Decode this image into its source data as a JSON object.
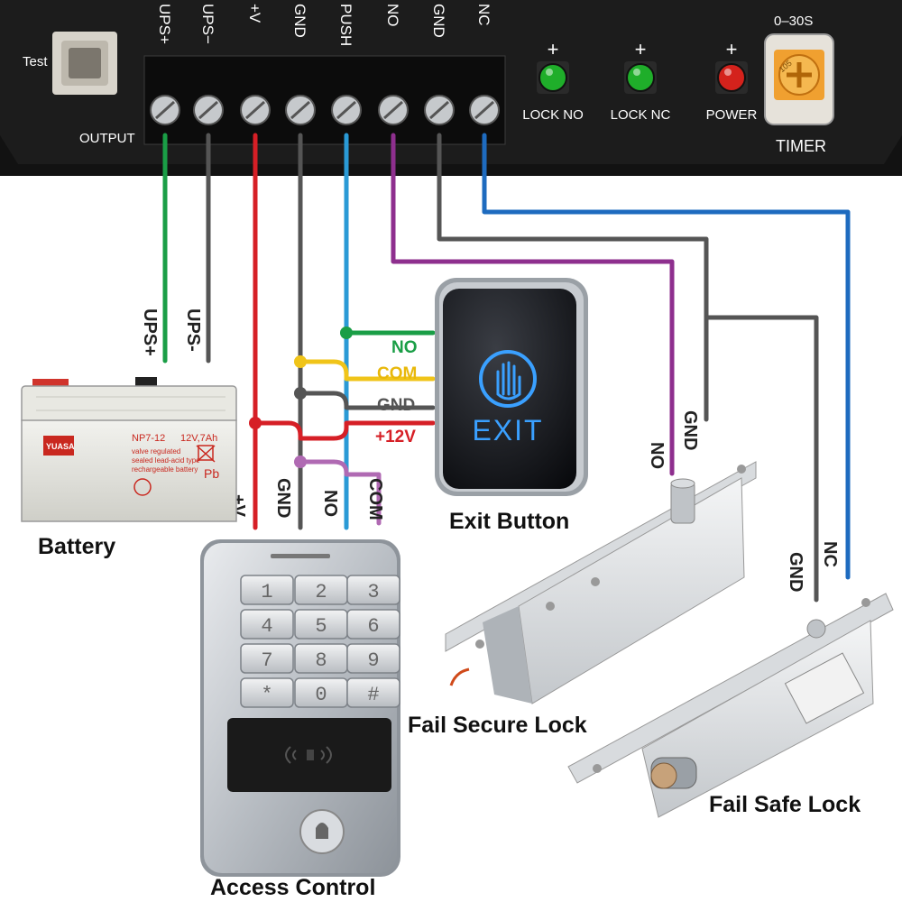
{
  "controller": {
    "test_label": "Test",
    "output_label": "OUTPUT",
    "terminals": [
      "UPS+",
      "UPS−",
      "+V",
      "GND",
      "PUSH",
      "NO",
      "GND",
      "NC"
    ],
    "leds": [
      {
        "sign": "+",
        "label": "LOCK NO",
        "color": "#1fae2a"
      },
      {
        "sign": "+",
        "label": "LOCK NC",
        "color": "#1fae2a"
      },
      {
        "sign": "+",
        "label": "POWER",
        "color": "#d4221c"
      }
    ],
    "timer_range": "0–30S",
    "timer_label": "TIMER",
    "pot_text": "105"
  },
  "wires": {
    "ups_plus": "UPS+",
    "ups_minus": "UPS-",
    "exit_no": "NO",
    "exit_com": "COM",
    "exit_gnd": "GND",
    "exit_12v": "+12V",
    "kp_v": "+V",
    "kp_gnd": "GND",
    "kp_no": "NO",
    "kp_com": "COM",
    "lock1_no": "NO",
    "lock1_gnd": "GND",
    "lock2_gnd": "GND",
    "lock2_nc": "NC"
  },
  "wire_colors": {
    "green": "#1a9e46",
    "grey": "#555555",
    "red": "#d61f26",
    "blue": "#2a9ad6",
    "purple": "#8e2f8e",
    "yellow": "#f0c419",
    "lilac": "#b06ab3",
    "navy_blue": "#1e6bbf"
  },
  "battery": {
    "model": "NP7-12",
    "rating": "12V,7Ah",
    "desc_line1": "valve regulated",
    "desc_line2": "sealed lead-acid type",
    "desc_line3": "rechargeable battery",
    "brand": "YUASA",
    "pb": "Pb",
    "caption": "Battery"
  },
  "exit_button": {
    "text": "EXIT",
    "caption": "Exit Button"
  },
  "keypad": {
    "keys": [
      "1",
      "2",
      "3",
      "4",
      "5",
      "6",
      "7",
      "8",
      "9",
      "*",
      "0",
      "#"
    ],
    "caption": "Access Control"
  },
  "fail_secure": {
    "caption": "Fail Secure Lock"
  },
  "fail_safe": {
    "caption": "Fail Safe Lock"
  }
}
